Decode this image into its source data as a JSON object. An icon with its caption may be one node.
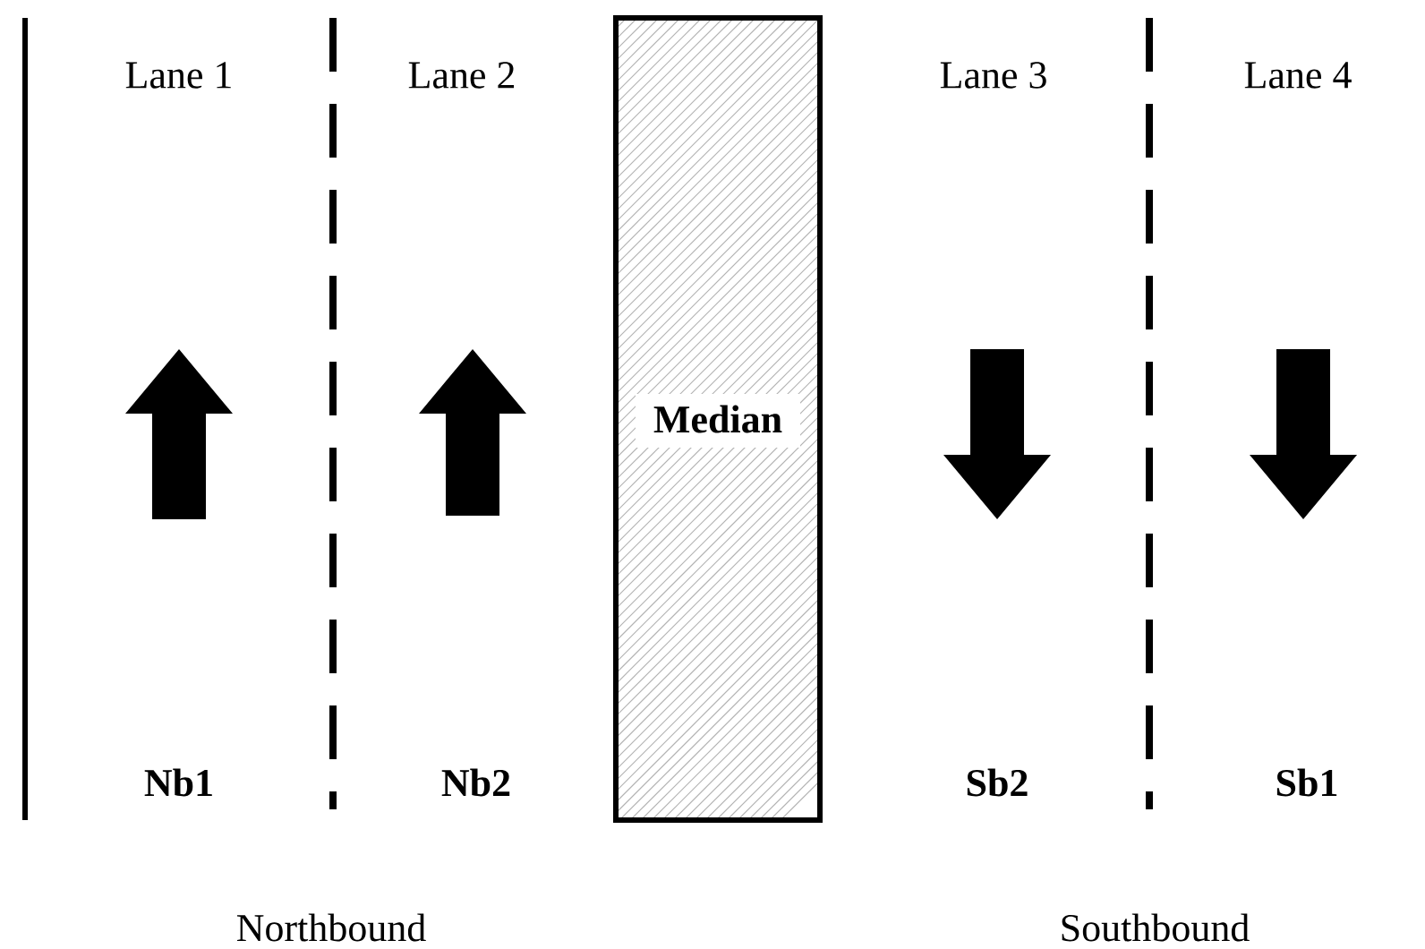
{
  "diagram": {
    "nodes": [
      {
        "text": [
          "Median"
        ]
      }
    ],
    "labels": [
      "Lane 1",
      "Lane 2",
      "Lane 3",
      "Lane 4",
      "Nb1",
      "Nb2",
      "Sb2",
      "Sb1",
      "Northbound",
      "Southbound"
    ]
  }
}
